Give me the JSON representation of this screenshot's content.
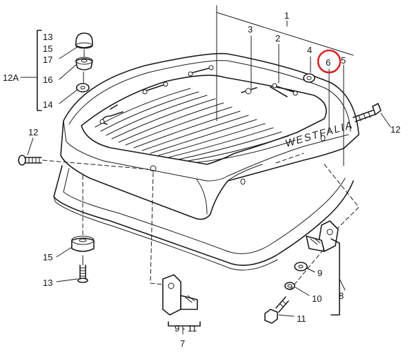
{
  "callouts": {
    "c1": "1",
    "c2": "2",
    "c3": "3",
    "c4": "4",
    "c5": "5",
    "c6": "6",
    "c7": "7",
    "c8": "8",
    "c9": "9",
    "c9_11": "9 - 11",
    "c10": "10",
    "c11": "11",
    "c12_left": "12",
    "c12_right": "12",
    "c12A": "12A",
    "c13_top": "13",
    "c13_bottom": "13",
    "c14": "14",
    "c15_top": "15",
    "c15_bottom": "15",
    "c16": "16",
    "c17": "17"
  },
  "brand_text": "WESTFALIA",
  "highlight": {
    "target": "6",
    "color": "#d62020"
  },
  "colors": {
    "line": "#1a1a1a",
    "background": "#ffffff"
  }
}
